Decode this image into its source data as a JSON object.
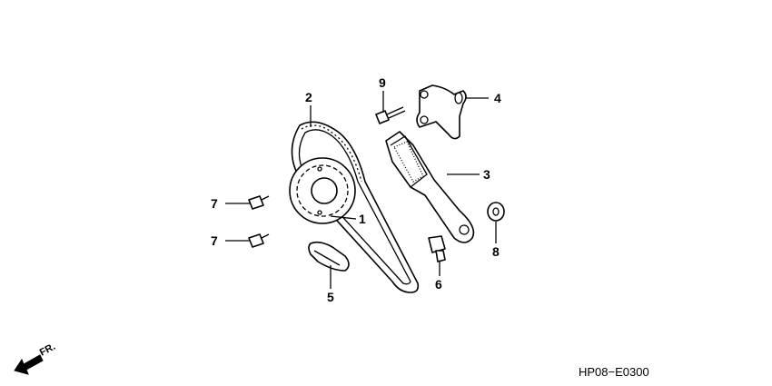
{
  "callouts": [
    {
      "id": "1",
      "label": "1"
    },
    {
      "id": "2",
      "label": "2"
    },
    {
      "id": "3",
      "label": "3"
    },
    {
      "id": "4",
      "label": "4"
    },
    {
      "id": "5",
      "label": "5"
    },
    {
      "id": "6",
      "label": "6"
    },
    {
      "id": "7a",
      "label": "7"
    },
    {
      "id": "7b",
      "label": "7"
    },
    {
      "id": "8",
      "label": "8"
    },
    {
      "id": "9",
      "label": "9"
    }
  ],
  "direction_label": "FR.",
  "diagram_code": "HP08−E0300"
}
